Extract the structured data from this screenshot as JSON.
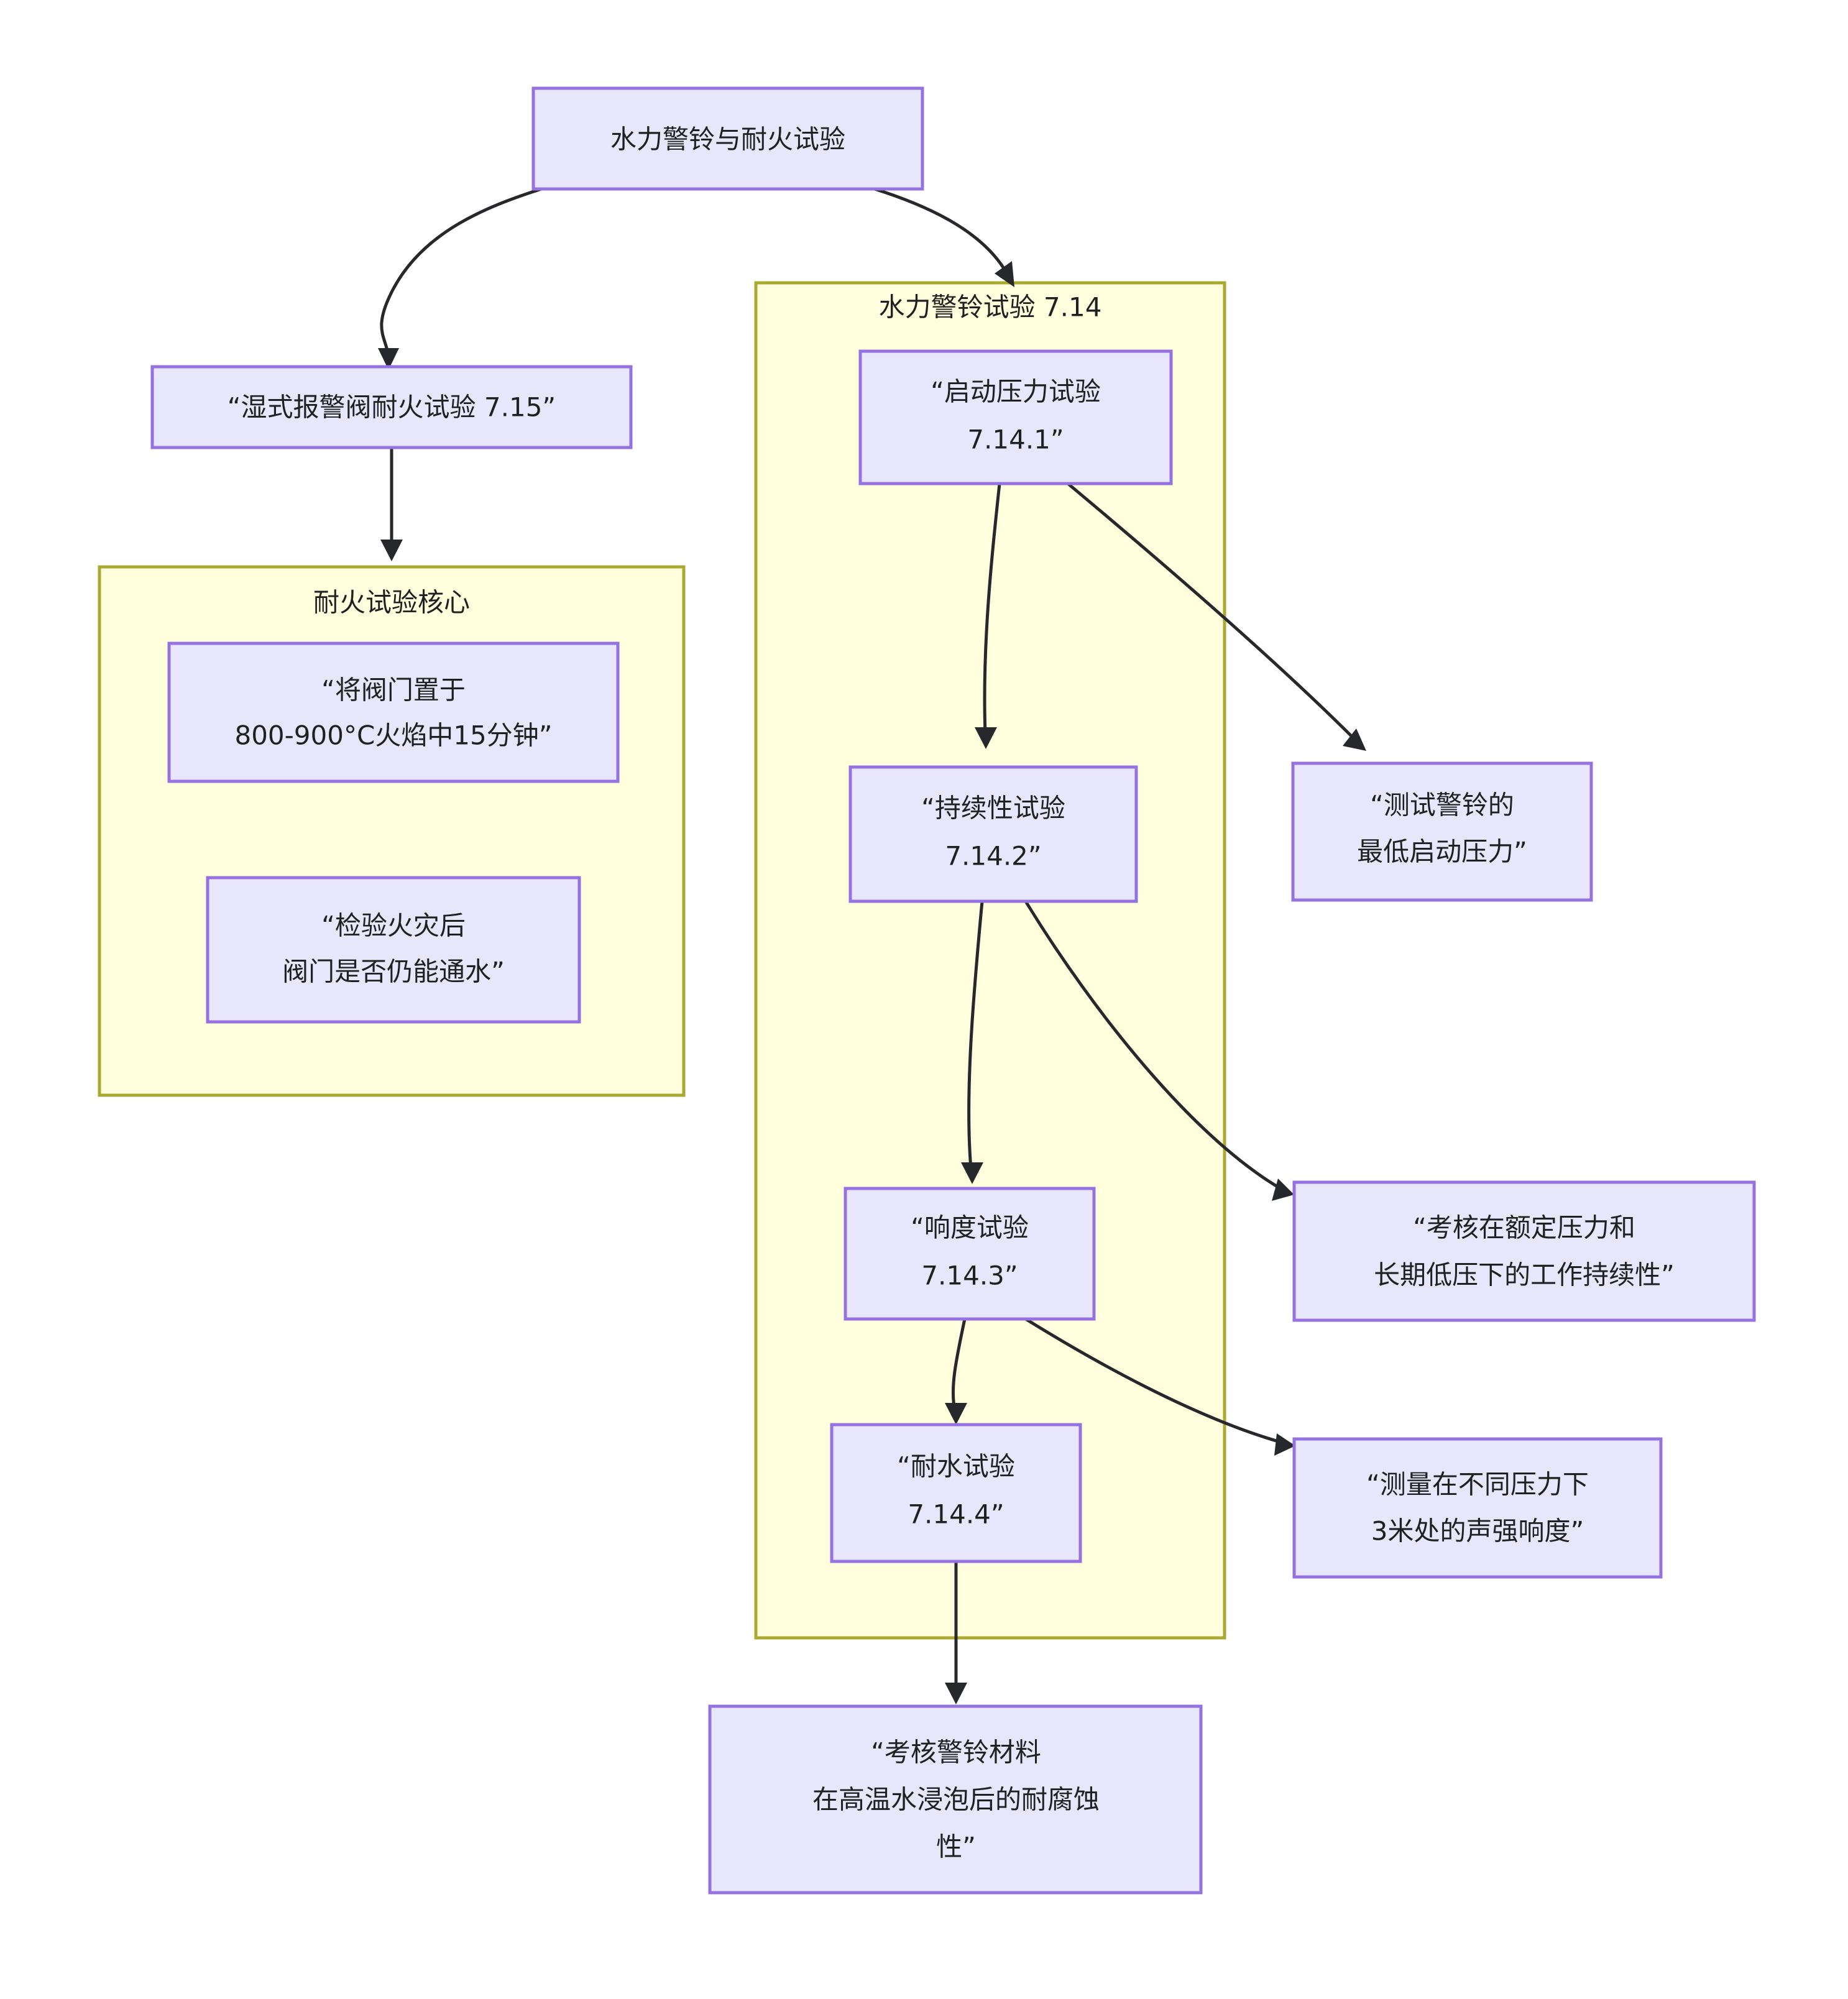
{
  "diagram": {
    "type": "flowchart",
    "direction": "top-down",
    "title": "水力警铃与耐火试验",
    "colors": {
      "node_fill": "#e8e6fb",
      "node_border": "#9672e0",
      "cluster_fill": "#ffffdd",
      "cluster_border": "#aaaa33",
      "edge_stroke": "#26282b",
      "text": "#1f2020",
      "background": "#ffffff"
    },
    "root": {
      "label": "水力警铃与耐火试验"
    },
    "clusters": [
      {
        "id": "cluster-fire-core",
        "label": "耐火试验核心"
      },
      {
        "id": "cluster-bell-test",
        "label": "水力警铃试验 7.14"
      }
    ],
    "nodes": [
      {
        "id": "root",
        "lines": [
          "水力警铃与耐火试验"
        ]
      },
      {
        "id": "wet-alarm-valve-fire-test",
        "lines": [
          "“湿式报警阀耐火试验 7.15”"
        ]
      },
      {
        "id": "flame-exposure",
        "lines": [
          "“将阀门置于",
          "800-900°C火焰中15分钟”"
        ]
      },
      {
        "id": "post-fire-water-flow",
        "lines": [
          "“检验火灾后",
          "阀门是否仍能通水”"
        ]
      },
      {
        "id": "start-pressure-test",
        "lines": [
          "“启动压力试验",
          "7.14.1”"
        ]
      },
      {
        "id": "durability-test",
        "lines": [
          "“持续性试验",
          "7.14.2”"
        ]
      },
      {
        "id": "loudness-test",
        "lines": [
          "“响度试验",
          "7.14.3”"
        ]
      },
      {
        "id": "water-resistance-test",
        "lines": [
          "“耐水试验",
          "7.14.4”"
        ]
      },
      {
        "id": "min-start-pressure-desc",
        "lines": [
          "“测试警铃的",
          "最低启动压力”"
        ]
      },
      {
        "id": "rated-low-pressure-desc",
        "lines": [
          "“考核在额定压力和",
          "长期低压下的工作持续性”"
        ]
      },
      {
        "id": "sound-intensity-desc",
        "lines": [
          "“测量在不同压力下",
          "3米处的声强响度”"
        ]
      },
      {
        "id": "corrosion-resistance-desc",
        "lines": [
          "“考核警铃材料",
          "在高温水浸泡后的耐腐蚀",
          "性”"
        ]
      }
    ],
    "edges": [
      {
        "from": "root",
        "to": "wet-alarm-valve-fire-test"
      },
      {
        "from": "root",
        "to": "cluster-bell-test"
      },
      {
        "from": "wet-alarm-valve-fire-test",
        "to": "cluster-fire-core"
      },
      {
        "from": "start-pressure-test",
        "to": "durability-test"
      },
      {
        "from": "start-pressure-test",
        "to": "min-start-pressure-desc"
      },
      {
        "from": "durability-test",
        "to": "loudness-test"
      },
      {
        "from": "durability-test",
        "to": "rated-low-pressure-desc"
      },
      {
        "from": "loudness-test",
        "to": "water-resistance-test"
      },
      {
        "from": "loudness-test",
        "to": "sound-intensity-desc"
      },
      {
        "from": "water-resistance-test",
        "to": "corrosion-resistance-desc"
      }
    ]
  }
}
